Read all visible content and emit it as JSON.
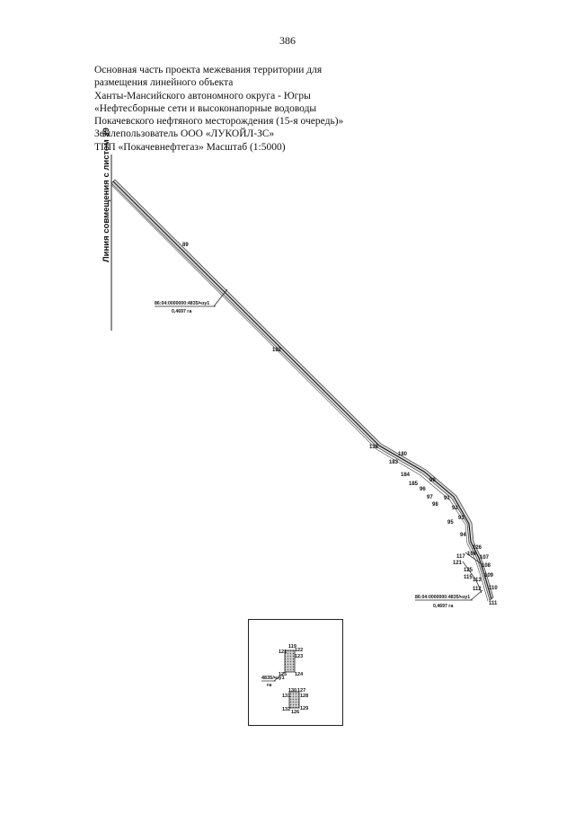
{
  "page_number": "386",
  "header": {
    "lines": [
      "Основная часть проекта межевания территории для",
      "размещения линейного объекта",
      "Ханты-Мансийского автономного округа - Югры",
      "«Нефтесборные сети и высоконапорные водоводы",
      "Покачевского нефтяного месторождения (15-я очередь)»",
      "Землепользователь ООО «ЛУКОЙЛ-ЗС»",
      "ТПП «Покачевнефтегаз» Масштаб (1:5000)"
    ]
  },
  "drawing": {
    "match_line_label": "Линия совмещения с листом 39",
    "parcel_label_1": "86:04:0000000:4835/чзу1",
    "area_label_1": "0,4697 га",
    "parcel_label_2": "86:04:0000000:4835/чзу1",
    "area_label_2": "0,4697 га",
    "point_labels": [
      "89",
      "182",
      "136",
      "180",
      "183",
      "184",
      "185",
      "90",
      "96",
      "97",
      "91",
      "98",
      "92",
      "93",
      "95",
      "94",
      "126",
      "106",
      "117",
      "107",
      "121",
      "108",
      "125",
      "109",
      "115",
      "113",
      "112",
      "110",
      "111"
    ]
  },
  "inset": {
    "parcel_label": "4835/чзу1",
    "area_unit": "га",
    "point_labels": [
      "119",
      "122",
      "121",
      "123",
      "125",
      "124",
      "130",
      "127",
      "131",
      "128",
      "132",
      "129",
      "126"
    ]
  }
}
